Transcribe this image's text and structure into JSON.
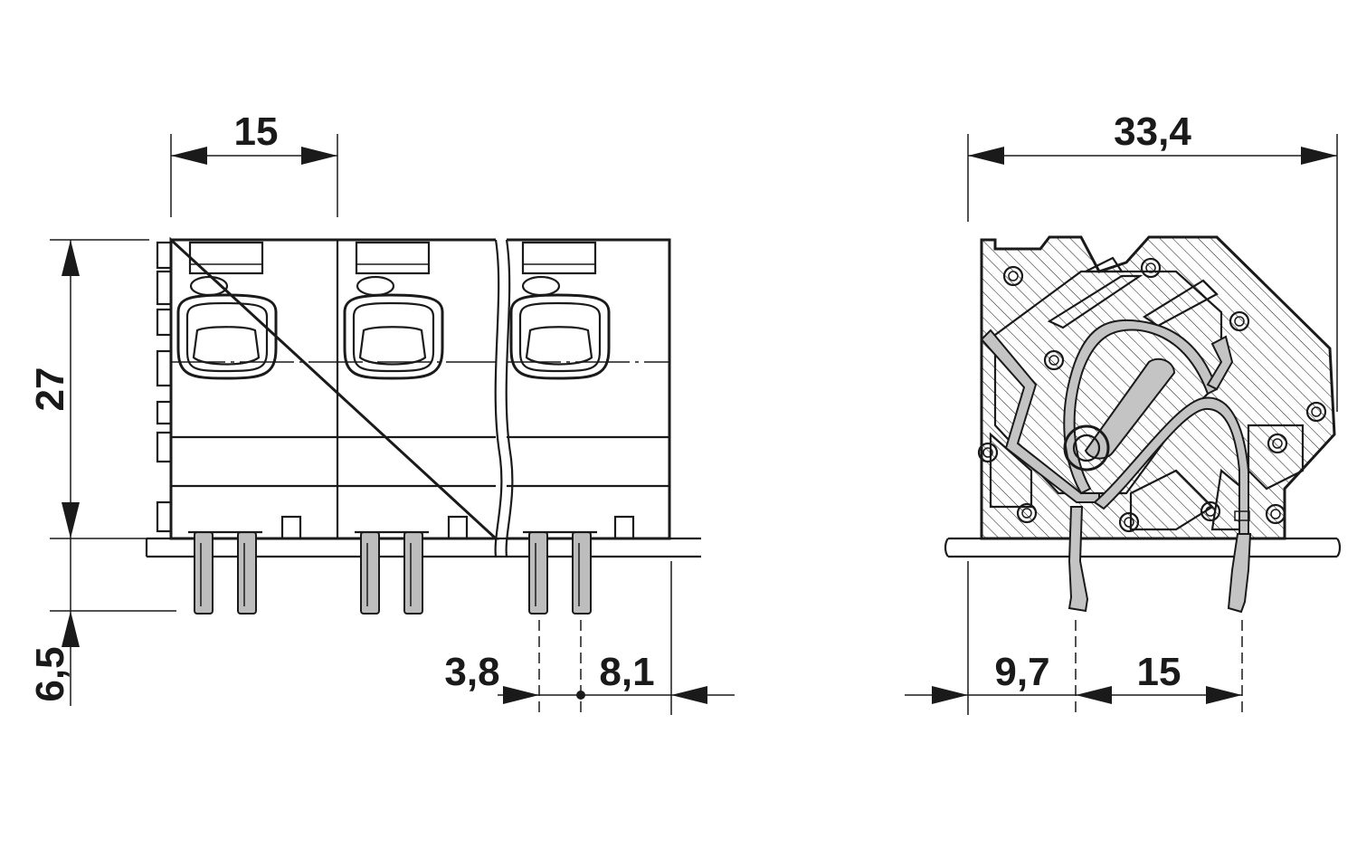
{
  "drawing": {
    "colors": {
      "ink": "#1a1a1a",
      "contact_fill": "#c4c4c4",
      "background": "#ffffff"
    },
    "front_view": {
      "dimensions": {
        "pitch": "15",
        "height": "27",
        "pin_length": "6,5",
        "pin_offset": "3,8",
        "edge_offset": "8,1"
      }
    },
    "side_view": {
      "dimensions": {
        "depth": "33,4",
        "pin_from_edge": "9,7",
        "pin_spacing": "15"
      }
    }
  }
}
